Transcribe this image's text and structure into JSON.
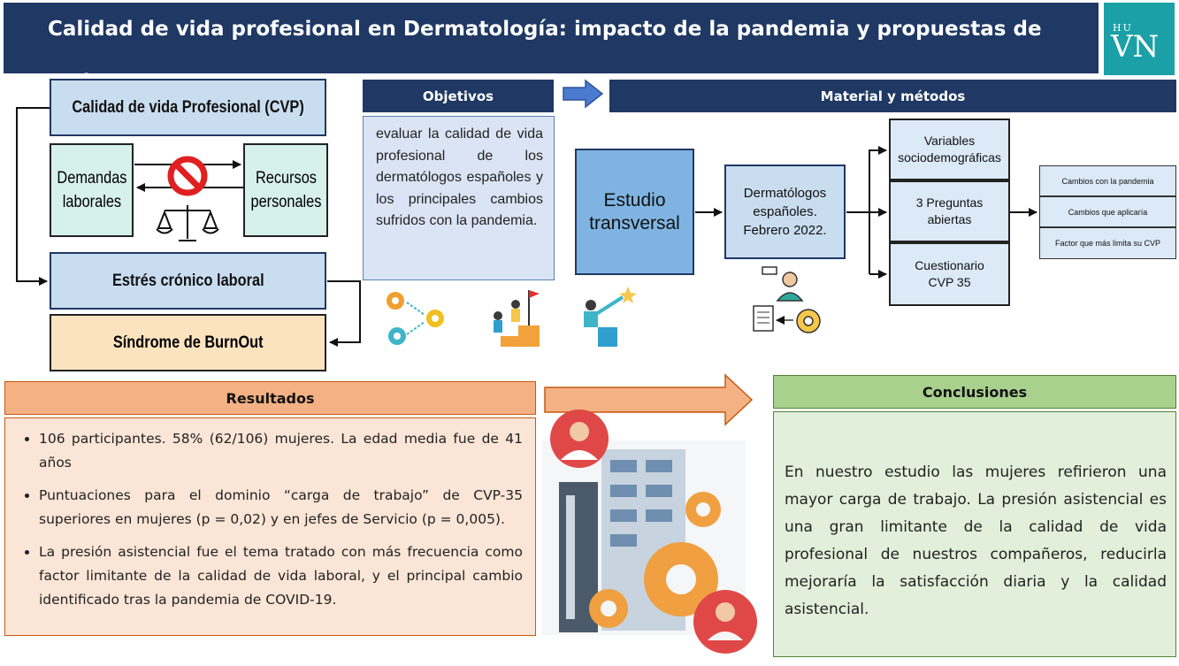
{
  "header": {
    "title": "Calidad de vida profesional en Dermatología: impacto de la pandemia y propuestas de mejora"
  },
  "logo": {
    "top": "HU",
    "main": "VN"
  },
  "left_diagram": {
    "cvp": "Calidad de vida Profesional (CVP)",
    "demandas": "Demandas laborales",
    "recursos": "Recursos personales",
    "estres": "Estrés crónico laboral",
    "burnout": "Síndrome de BurnOut"
  },
  "objetivos": {
    "title": "Objetivos",
    "text": "evaluar la calidad de vida profesional de los dermatólogos españoles y los principales cambios sufridos con la pandemia."
  },
  "material": {
    "title": "Material y métodos",
    "estudio": "Estudio transversal",
    "dermatologos": "Dermatólogos españoles. Febrero 2022.",
    "variables": [
      "Variables sociodemográficas",
      "3 Preguntas abiertas",
      "Cuestionario CVP 35"
    ],
    "outcomes": [
      "Cambios con la pandemia",
      "Cambios que aplicaría",
      "Factor que más limita su CVP"
    ]
  },
  "resultados": {
    "title": "Resultados",
    "items": [
      "106 participantes. 58% (62/106) mujeres. La edad media fue de 41 años",
      "Puntuaciones para el dominio “carga de trabajo” de CVP-35 superiores en mujeres (p = 0,02) y en jefes de Servicio (p = 0,005).",
      "La presión asistencial fue el tema tratado con más frecuencia como factor limitante de la calidad de vida laboral, y el principal cambio identificado tras la pandemia de COVID-19."
    ]
  },
  "conclusiones": {
    "title": "Conclusiones",
    "text": "En nuestro estudio las mujeres refirieron una mayor carga de trabajo. La presión asistencial es una gran limitante de la calidad de vida profesional de nuestros compañeros, reducirla mejoraría la satisfacción diaria y la calidad asistencial."
  },
  "colors": {
    "navy": "#1f3864",
    "teal": "#1aa0a6",
    "orange": "#f4b183",
    "green": "#a9d18e"
  }
}
